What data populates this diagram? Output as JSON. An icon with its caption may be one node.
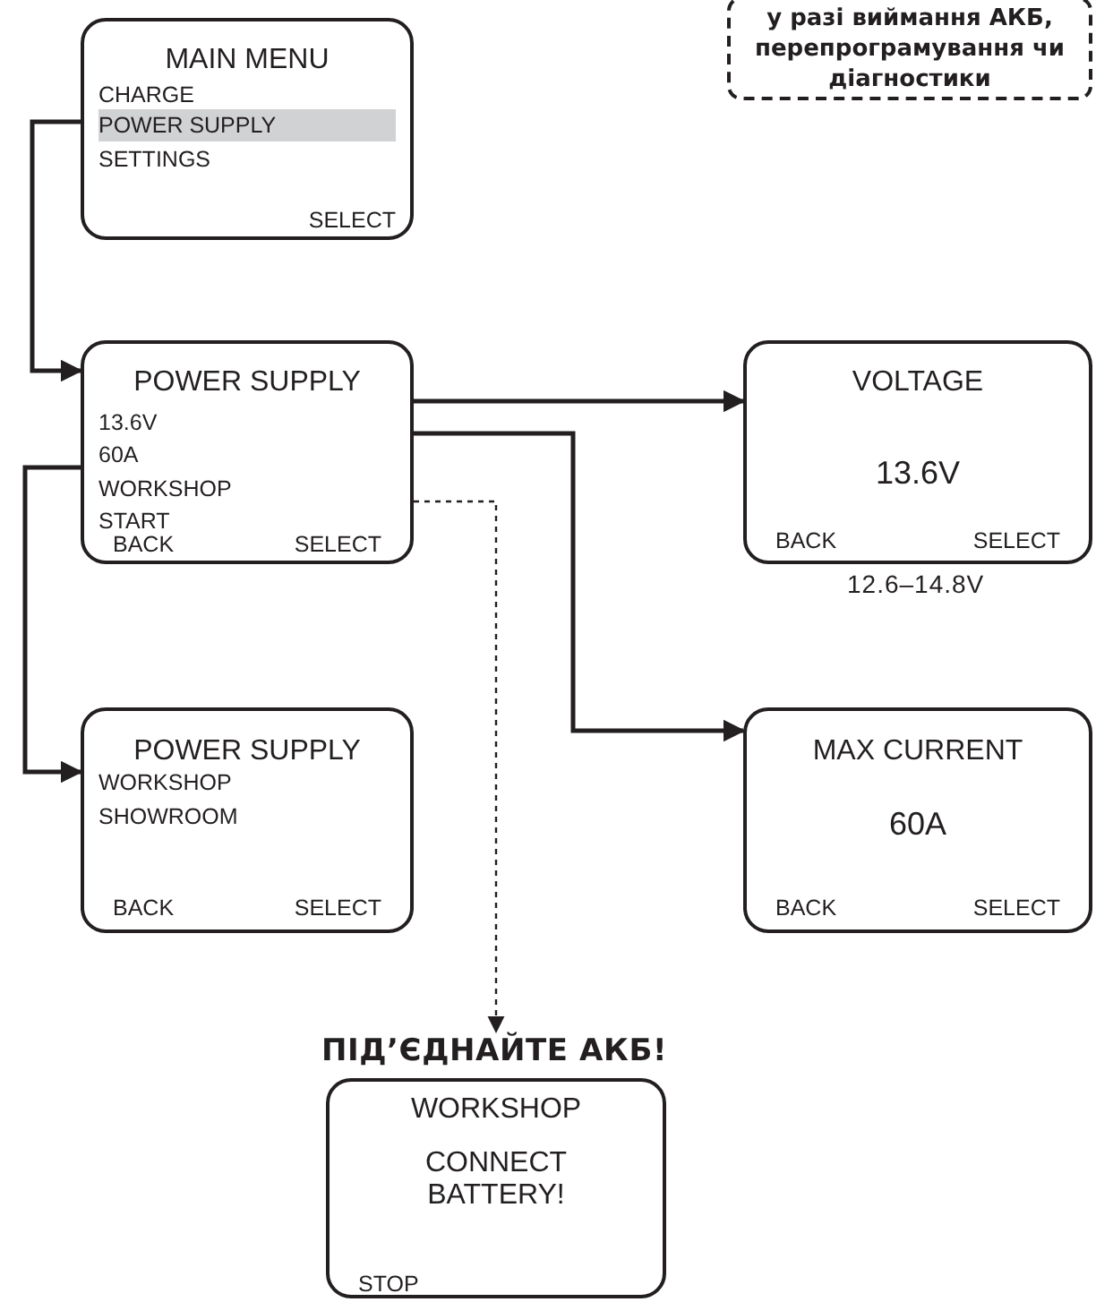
{
  "diagram": {
    "nodes": [
      {
        "text": [
          "MAIN MENU",
          "CHARGE",
          "POWER SUPPLY",
          "SETTINGS",
          "SELECT"
        ]
      },
      {
        "text": [
          "POWER SUPPLY",
          "13.6V",
          "60A",
          "WORKSHOP",
          "START",
          "BACK",
          "SELECT"
        ]
      },
      {
        "text": [
          "VOLTAGE",
          "13.6V",
          "BACK",
          "SELECT"
        ],
        "beside": [
          "12.6–14.8V"
        ]
      },
      {
        "text": [
          "POWER SUPPLY",
          "WORKSHOP",
          "SHOWROOM",
          "BACK",
          "SELECT"
        ]
      },
      {
        "text": [
          "MAX CURRENT",
          "60A",
          "BACK",
          "SELECT"
        ]
      },
      {
        "text": [
          "ПІД’ЄДНАЙТЕ АКБ!",
          "WORKSHOP",
          "CONNECT BATTERY!",
          "STOP"
        ]
      },
      {
        "text": [
          "у разі виймання АКБ, перепрограмування чи діагностики"
        ]
      }
    ],
    "edges": [
      {
        "from": 0,
        "to": 1,
        "arrow": "to"
      },
      {
        "from": 1,
        "to": 2,
        "arrow": "to"
      },
      {
        "from": 1,
        "to": 4,
        "arrow": "to"
      },
      {
        "from": 1,
        "to": 3,
        "arrow": "to"
      },
      {
        "from": 1,
        "to": 5,
        "arrow": "to",
        "style": "dashed"
      }
    ]
  }
}
